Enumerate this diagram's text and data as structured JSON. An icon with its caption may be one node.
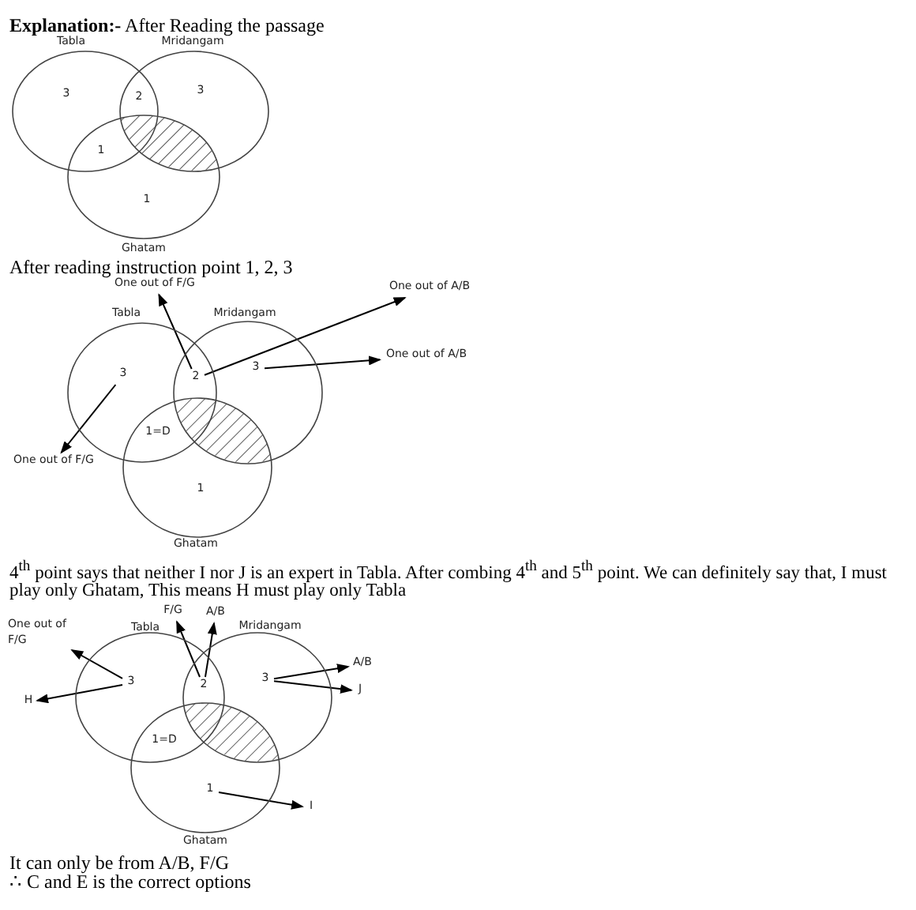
{
  "diagram": {
    "nodes": [
      {
        "text": [
          "Tabla"
        ]
      },
      {
        "text": [
          "Mridangam"
        ]
      },
      {
        "text": [
          "Ghatam"
        ]
      },
      {
        "text": [
          "Tabla"
        ]
      },
      {
        "text": [
          "Mridangam"
        ]
      },
      {
        "text": [
          "Ghatam"
        ]
      },
      {
        "text": [
          "One out of F/G"
        ]
      },
      {
        "text": [
          "One out of A/B"
        ]
      },
      {
        "text": [
          "One out of A/B"
        ]
      },
      {
        "text": [
          "One out of F/G"
        ]
      },
      {
        "text": [
          "3"
        ],
        "in": 3
      },
      {
        "text": [
          "2"
        ]
      },
      {
        "text": [
          "3"
        ],
        "in": 4
      },
      {
        "text": [
          "Tabla"
        ]
      },
      {
        "text": [
          "Mridangam"
        ]
      },
      {
        "text": [
          "Ghatam"
        ]
      },
      {
        "text": [
          "F/G"
        ]
      },
      {
        "text": [
          "A/B"
        ]
      },
      {
        "text": [
          "One out of F/G"
        ]
      },
      {
        "text": [
          "H"
        ]
      },
      {
        "text": [
          "A/B"
        ]
      },
      {
        "text": [
          "J"
        ]
      },
      {
        "text": [
          "I"
        ]
      },
      {
        "text": [
          "3"
        ],
        "in": 13
      },
      {
        "text": [
          "2"
        ]
      },
      {
        "text": [
          "3"
        ],
        "in": 14
      },
      {
        "text": [
          "1"
        ],
        "in": 15
      }
    ],
    "edges": [
      {
        "from": 11,
        "to": 6,
        "arrow": "to"
      },
      {
        "from": 11,
        "to": 7,
        "arrow": "to"
      },
      {
        "from": 12,
        "to": 8,
        "arrow": "to"
      },
      {
        "from": 10,
        "to": 9,
        "arrow": "to"
      },
      {
        "from": 24,
        "to": 16,
        "arrow": "to"
      },
      {
        "from": 24,
        "to": 17,
        "arrow": "to"
      },
      {
        "from": 23,
        "to": 18,
        "arrow": "to"
      },
      {
        "from": 23,
        "to": 19,
        "arrow": "to"
      },
      {
        "from": 25,
        "to": 20,
        "arrow": "to"
      },
      {
        "from": 25,
        "to": 21,
        "arrow": "to"
      },
      {
        "from": 26,
        "to": 22,
        "arrow": "to"
      }
    ],
    "labels": [
      "**Explanation:-**   After Reading the passage",
      "3",
      "2",
      "3",
      "1",
      "1",
      "After reading instruction point 1, 2, 3",
      "1=D",
      "1",
      "4$^{th}$ point says that neither I nor J is an expert in Tabla. After combing 4$^{th}$ and 5$^{th}$ point. We can  definitely say that, I must play only Ghatam, This means H must play only Tabla",
      "1=D",
      "It can only be from A/B, F/G",
      "∴ C and E is the correct options"
    ]
  }
}
